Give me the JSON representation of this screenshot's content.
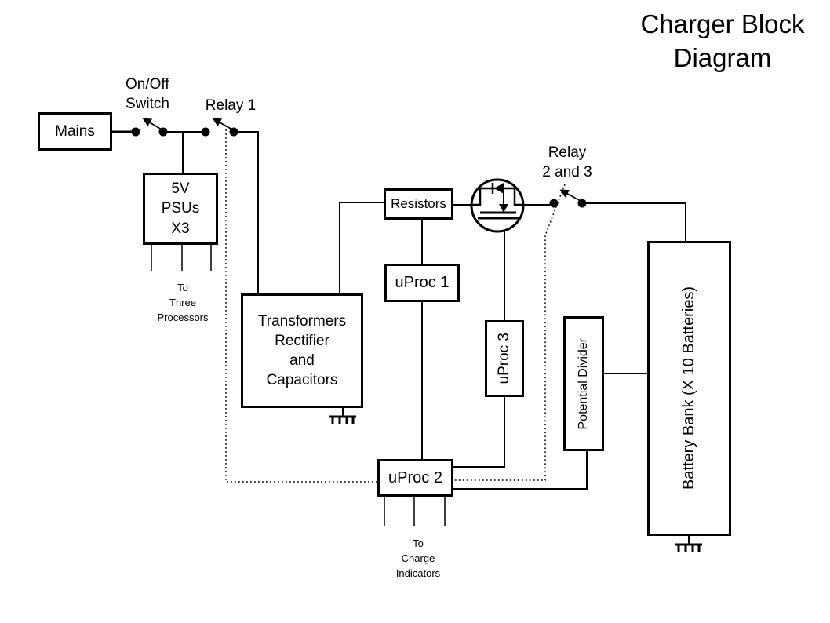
{
  "title": "Charger Block\nDiagram",
  "colors": {
    "line": "#000000",
    "background": "#ffffff",
    "text": "#000000"
  },
  "labels": {
    "onoff_switch": "On/Off\nSwitch",
    "relay1": "Relay 1",
    "relay23": "Relay\n2 and 3",
    "to_three_processors": "To\nThree\nProcessors",
    "to_charge_indicators": "To\nCharge\nIndicators"
  },
  "blocks": {
    "mains": "Mains",
    "psu": "5V\nPSUs\nX3",
    "transformers": "Transformers\nRectifier\nand\nCapacitors",
    "resistors": "Resistors",
    "uproc1": "uProc 1",
    "uproc2": "uProc 2",
    "uproc3": "uProc 3",
    "potential_divider": "Potential Divider",
    "battery_bank": "Battery Bank (X 10 Batteries)"
  },
  "symbols": {
    "switches": [
      "on-off-switch",
      "relay-1-switch",
      "relay-2-and-3-switch"
    ],
    "transistor": "mosfet",
    "grounds": [
      "transformers-ground",
      "battery-ground"
    ]
  }
}
